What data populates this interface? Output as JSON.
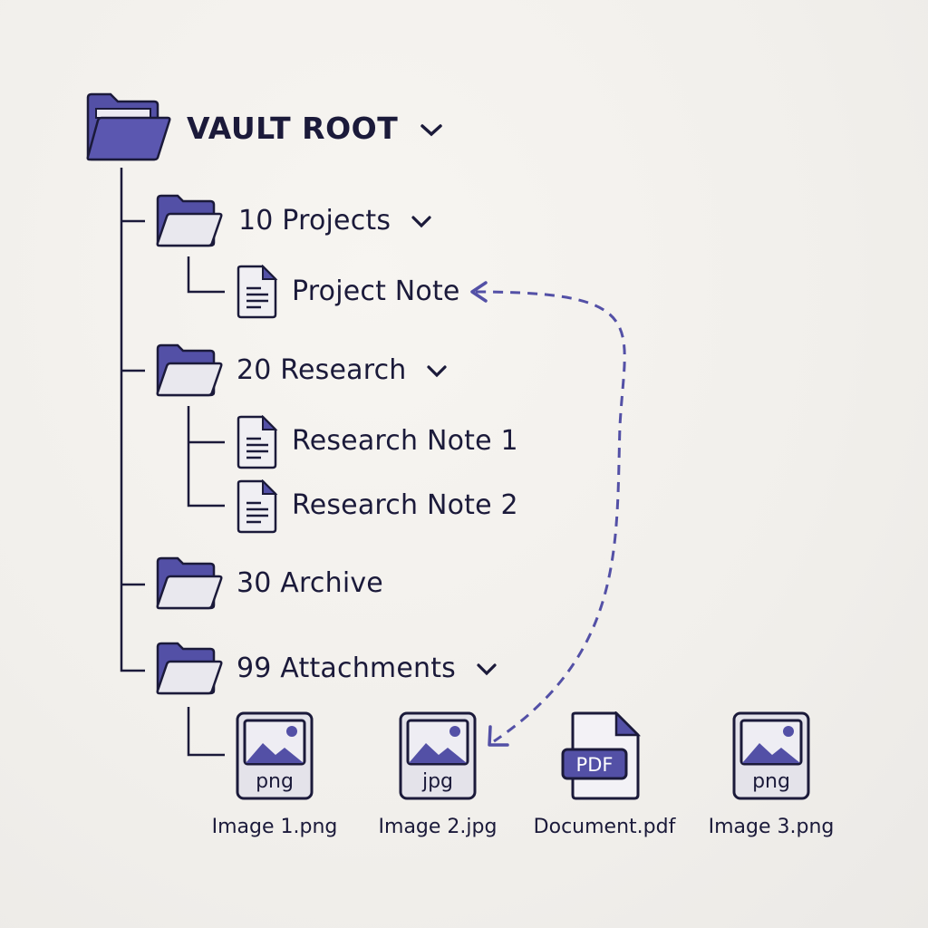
{
  "title": "Vault folder tree",
  "colors": {
    "accent": "#5350a6",
    "ink": "#1b1a3a",
    "folder_fill": "#e9e8ee",
    "background": "#f3f1ed"
  },
  "root": {
    "label": "VAULT ROOT",
    "icon": "folder-open-icon",
    "expanded": true
  },
  "folders": [
    {
      "label": "10 Projects",
      "icon": "folder-icon",
      "expanded": true,
      "children": [
        {
          "label": "Project Note",
          "icon": "document-icon"
        }
      ]
    },
    {
      "label": "20 Research",
      "icon": "folder-icon",
      "expanded": true,
      "children": [
        {
          "label": "Research Note 1",
          "icon": "document-icon"
        },
        {
          "label": "Research Note 2",
          "icon": "document-icon"
        }
      ]
    },
    {
      "label": "30 Archive",
      "icon": "folder-icon",
      "expanded": false,
      "children": []
    },
    {
      "label": "99 Attachments",
      "icon": "folder-icon",
      "expanded": true,
      "children": [
        {
          "label": "Image 1.png",
          "icon": "image-file-icon",
          "badge": "png"
        },
        {
          "label": "Image 2.jpg",
          "icon": "image-file-icon",
          "badge": "jpg"
        },
        {
          "label": "Document.pdf",
          "icon": "pdf-file-icon",
          "badge": "PDF"
        },
        {
          "label": "Image 3.png",
          "icon": "image-file-icon",
          "badge": "png"
        }
      ]
    }
  ],
  "link": {
    "from": "Image 2.jpg",
    "to": "Project Note",
    "style": "dashed-arrow"
  }
}
